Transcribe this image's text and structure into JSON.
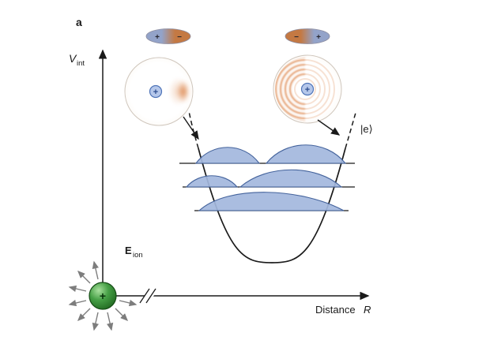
{
  "figure": {
    "panel_label": "a",
    "y_axis": {
      "symbol": "V",
      "subscript": "int"
    },
    "x_axis": {
      "label": "Distance",
      "variable": "R"
    },
    "ion": {
      "sign": "+",
      "field_symbol": "E",
      "field_subscript": "ion"
    },
    "excited_state_label": "|e⟩",
    "dipole_left": {
      "left_sign": "+",
      "right_sign": "−"
    },
    "dipole_right": {
      "left_sign": "−",
      "right_sign": "+"
    },
    "atom_nucleus_sign": "+",
    "energy_levels": 3
  },
  "colors": {
    "axis": "#1a1a1a",
    "arrow_gray": "#7d7d7d",
    "wavefunction_fill": "#a3b7dd",
    "wavefunction_stroke": "#44639c",
    "ion_green_light": "#a9e09e",
    "ion_green_mid": "#46a046",
    "ion_green_dark": "#1e651e",
    "dipole_blue": "#93a3c9",
    "dipole_orange": "#c47943",
    "electron_cloud": "#d97a3a",
    "nucleus_fill": "#b5c7ea",
    "nucleus_stroke": "#4f74b8",
    "nucleus_text": "#2c4c8e",
    "atom_stroke": "#cfc6bc",
    "sign_text": "#26262e",
    "ion_sign": "#07330a"
  }
}
